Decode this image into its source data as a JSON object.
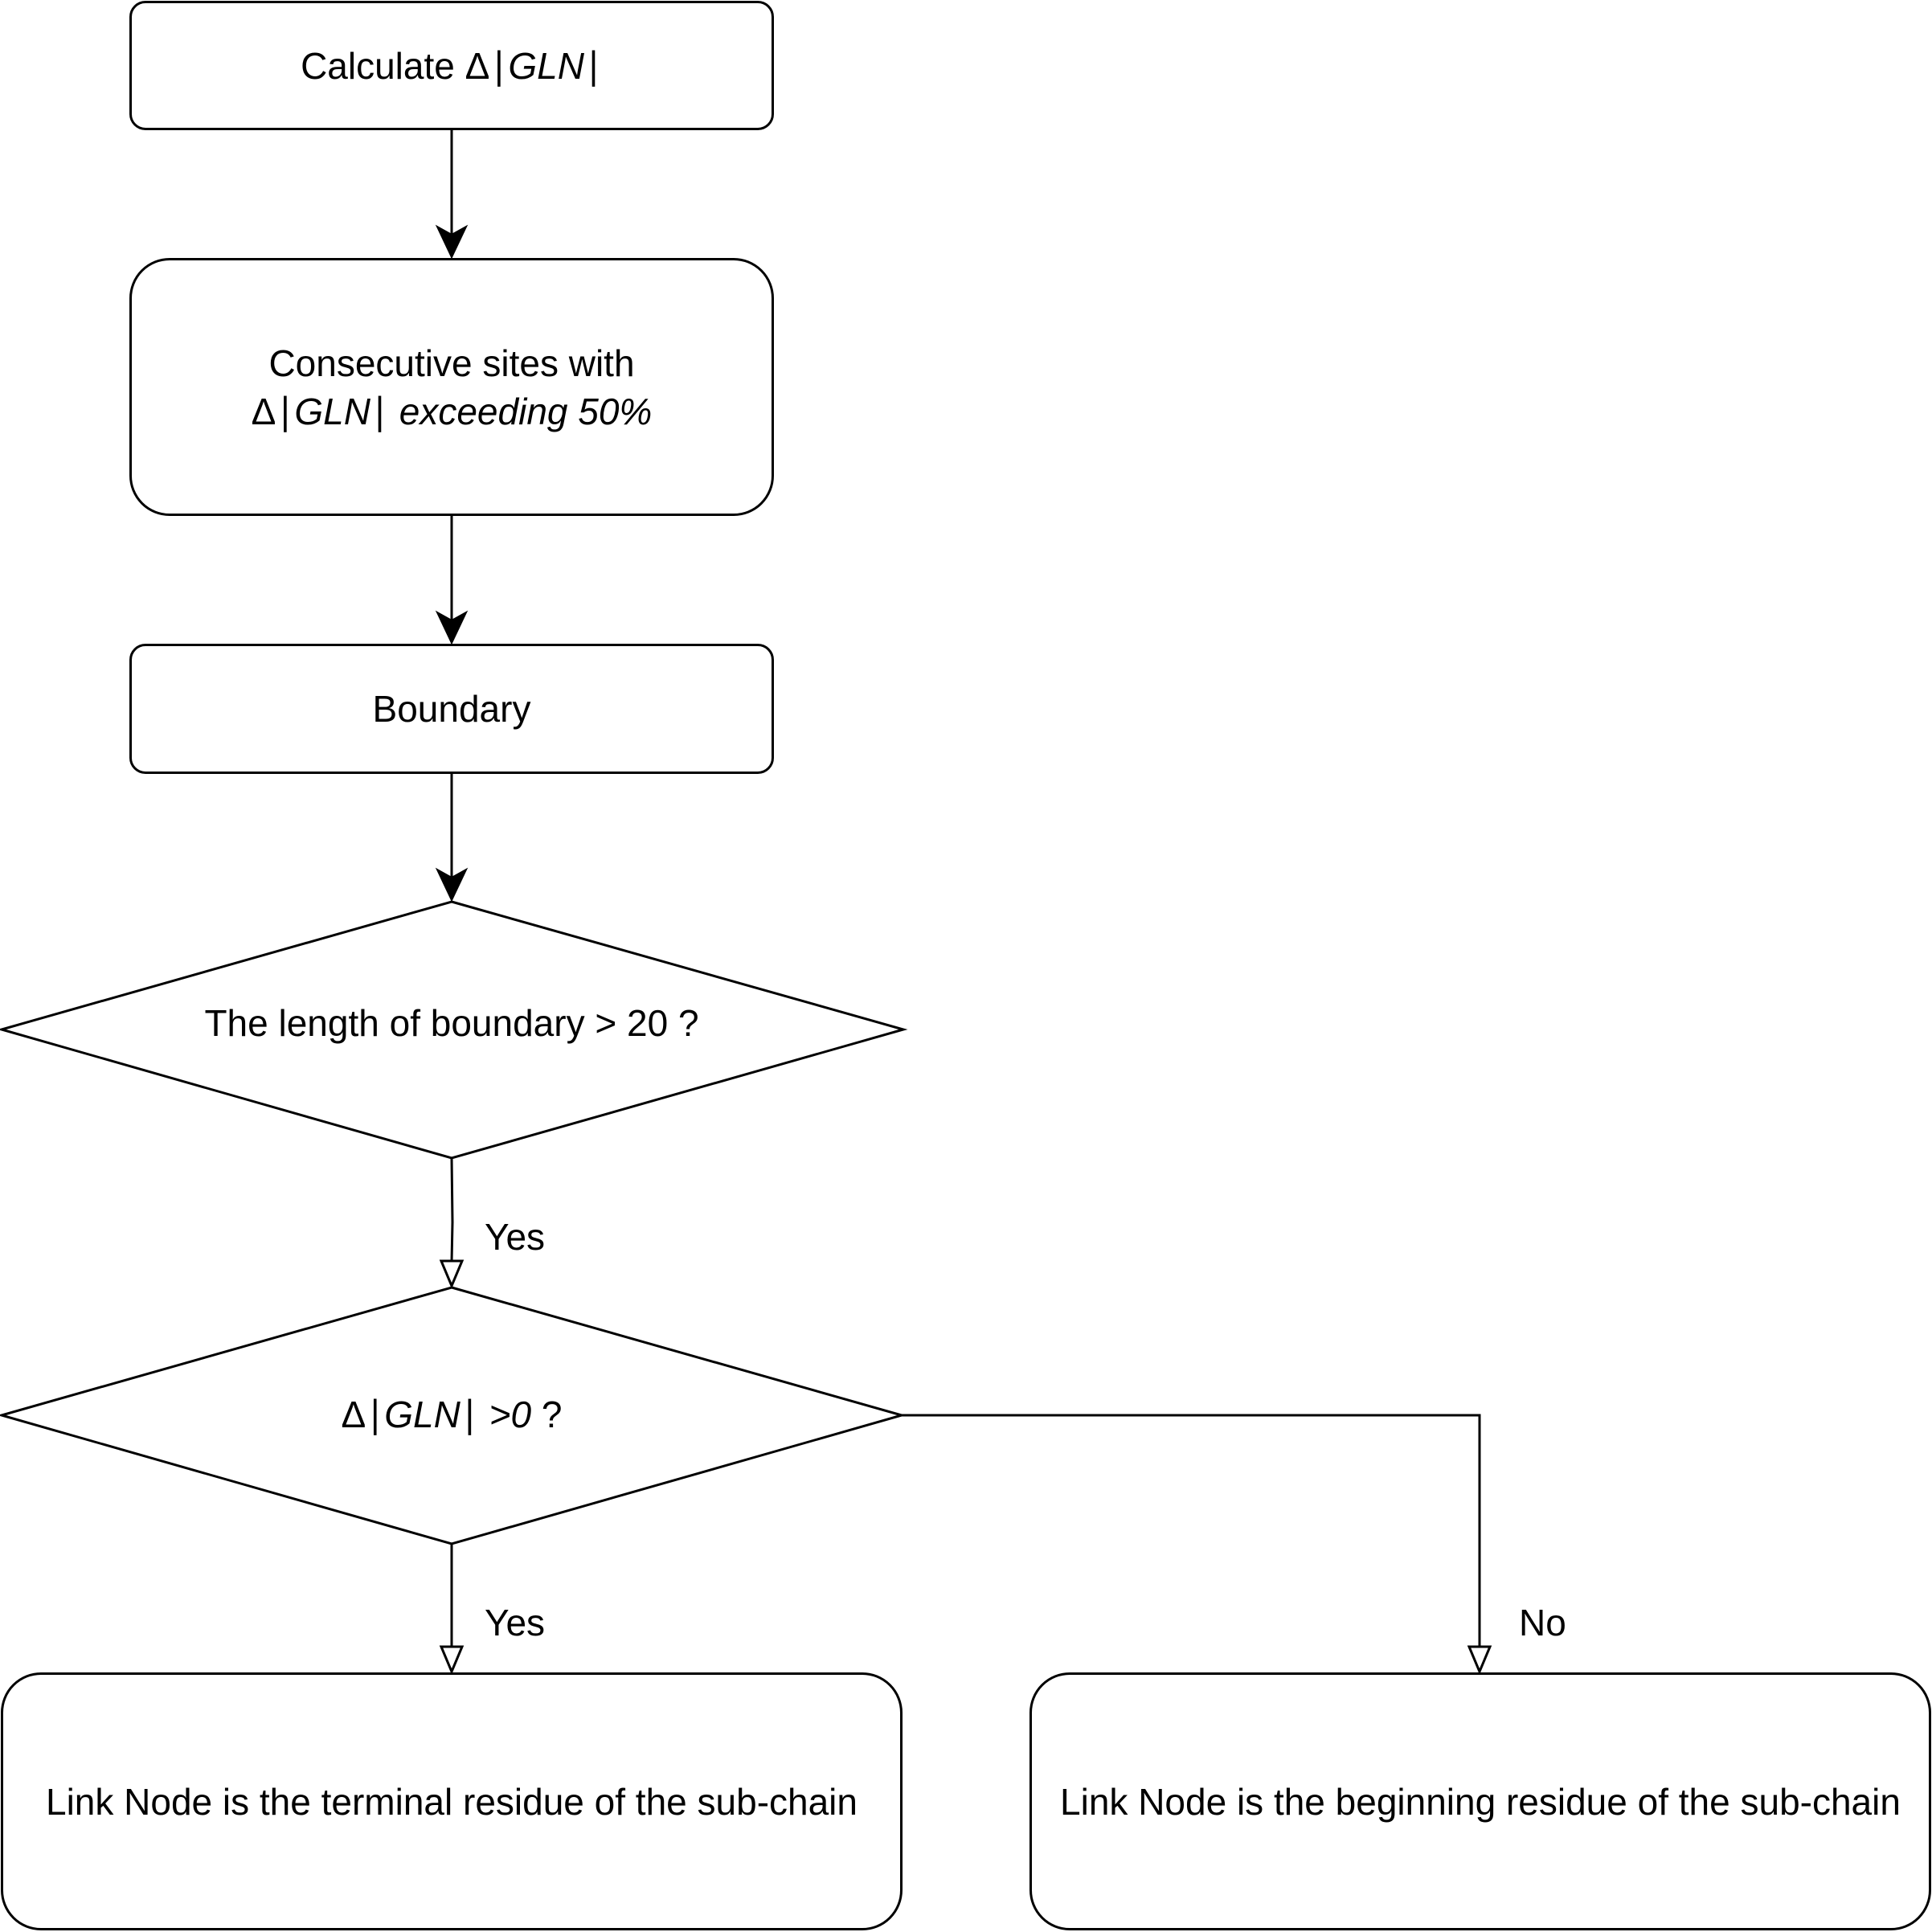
{
  "nodes": {
    "calculate": {
      "prefix": "Calculate Δ∣",
      "italic": "GLN",
      "suffix": "∣"
    },
    "consecutive": {
      "line1": "Consecutive sites with",
      "prefix": "Δ∣",
      "italic1": "GLN",
      "mid": "∣ ",
      "italic2": "exceeding 50%"
    },
    "boundary": {
      "label": "Boundary"
    },
    "length_decision": {
      "label": "The length of boundary > 20 ?"
    },
    "gln_decision": {
      "prefix": "Δ∣",
      "italic1": "GLN",
      "mid": "∣ ",
      "italic2": ">0",
      "suffix": " ?"
    },
    "terminal": {
      "label": "Link Node is the terminal residue of the sub-chain"
    },
    "beginning": {
      "label": "Link Node is the beginning residue of the sub-chain"
    }
  },
  "edges": {
    "yes_length": "Yes",
    "yes_gln": "Yes",
    "no_gln": "No"
  },
  "colors": {
    "stroke": "#000000",
    "fill": "#ffffff",
    "text": "#000000"
  }
}
